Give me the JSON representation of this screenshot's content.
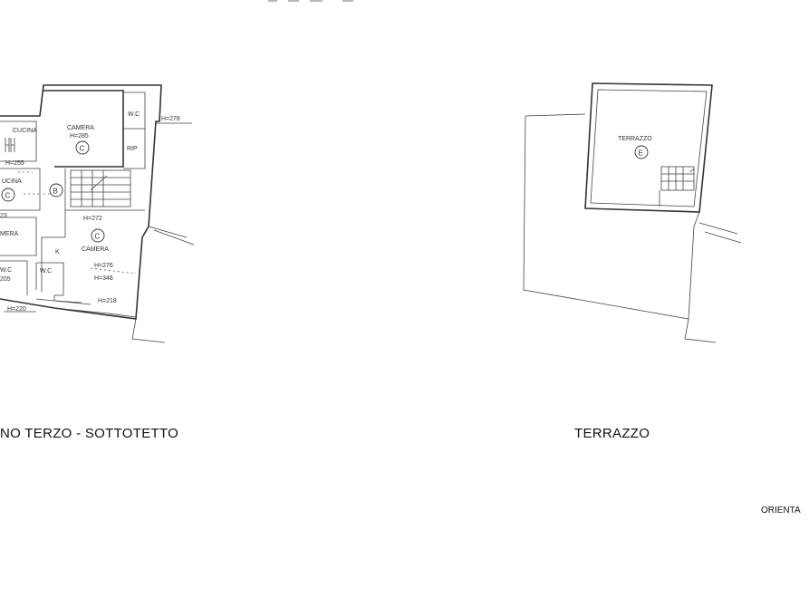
{
  "floor_plan_left": {
    "caption": "NO TERZO - SOTTOTETTO",
    "rooms": {
      "cucina_top": "CUCINA",
      "cucina_mid": "UCINA",
      "camera_top": "CAMERA",
      "camera_top_height": "H=285",
      "camera_top_marker": "C",
      "wc_top": "W.C",
      "rip": "RIP",
      "marker_b": "B",
      "camera_mid_height": "H=272",
      "camera_mid": "CAMERA",
      "camera_mid_marker": "C",
      "h276": "H=276",
      "h346": "H=346",
      "h218": "H=218",
      "h220": "H=220",
      "h255": "H=255",
      "h278": "H=278",
      "cucina_mid_marker": "C",
      "h23": "23",
      "mera": "MERA",
      "k": "K",
      "wc_mid": "W.C",
      "wc_left": "W.C",
      "h205": "205"
    }
  },
  "floor_plan_right": {
    "caption": "TERRAZZO",
    "terrazzo_label": "TERRAZZO",
    "terrazzo_marker": "E"
  },
  "orientation_label": "ORIENTA"
}
